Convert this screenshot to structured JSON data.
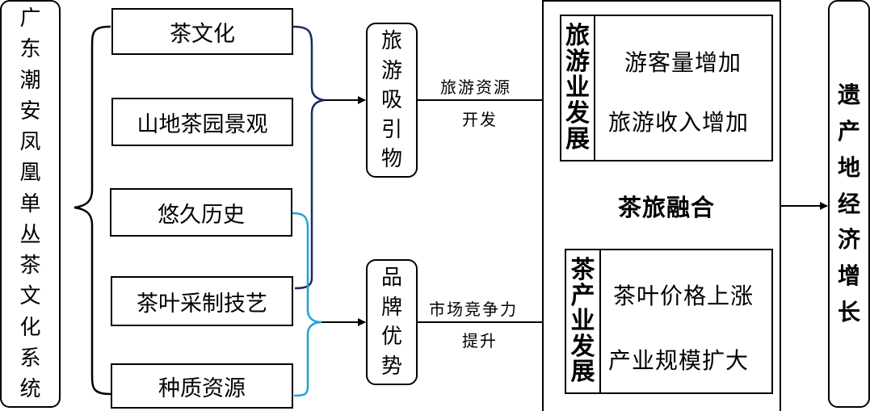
{
  "system": "广东潮安凤凰单丛茶文化系统",
  "elements": [
    "茶文化",
    "山地茶园景观",
    "悠久历史",
    "茶叶采制技艺",
    "种质资源"
  ],
  "attraction": "旅游吸引物",
  "brand": "品牌优势",
  "edge_top": [
    "旅游资源",
    "开发"
  ],
  "edge_bottom": [
    "市场竞争力",
    "提升"
  ],
  "tourism": {
    "title": "旅游业发展",
    "items": [
      "游客量增加",
      "旅游收入增加"
    ]
  },
  "fusion": "茶旅融合",
  "tea_industry": {
    "title": "茶产业发展",
    "items": [
      "茶叶价格上涨",
      "产业规模扩大"
    ]
  },
  "outcome": "遗产地经济增长",
  "colors": {
    "border": "#000000",
    "navy_brace": "#1a2a5e",
    "cyan_brace": "#1fa3d6",
    "gray_arrow": "#a6a6a6"
  }
}
